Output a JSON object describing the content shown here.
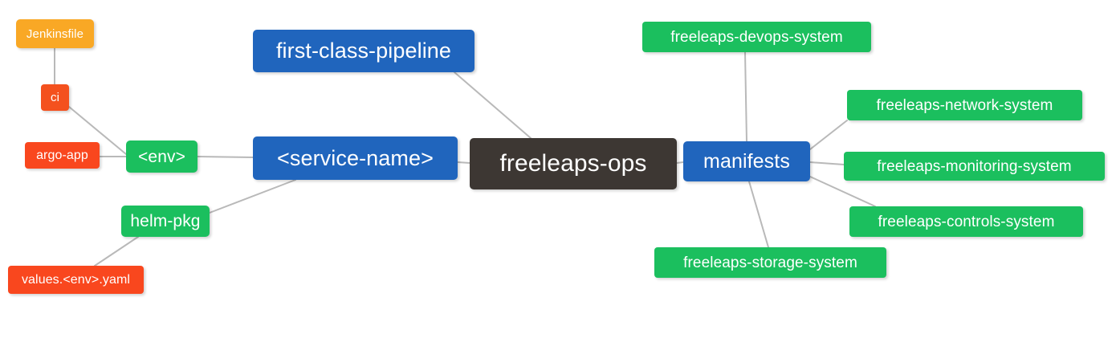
{
  "diagram": {
    "type": "mind-map",
    "background_color": "#ffffff",
    "edge_color": "#b9b9b9",
    "root": "freeleaps-ops",
    "palette": {
      "root_dark": "#3D3733",
      "blue": "#2065BD",
      "green": "#1BBF5E",
      "orange": "#F9A825",
      "red_orange": "#F9471E"
    },
    "nodes": [
      {
        "id": "jenkinsfile",
        "label": "Jenkinsfile",
        "color": "#F9A825"
      },
      {
        "id": "ci",
        "label": "ci",
        "color": "#F4511E"
      },
      {
        "id": "argo-app",
        "label": "argo-app",
        "color": "#F9471E"
      },
      {
        "id": "values",
        "label": "values.<env>.yaml",
        "color": "#F9471E"
      },
      {
        "id": "env",
        "label": "<env>",
        "color": "#1BBF5E"
      },
      {
        "id": "helm-pkg",
        "label": "helm-pkg",
        "color": "#1BBF5E"
      },
      {
        "id": "first-class",
        "label": "first-class-pipeline",
        "color": "#2065BD"
      },
      {
        "id": "service-name",
        "label": "<service-name>",
        "color": "#2065BD"
      },
      {
        "id": "freeleaps-ops",
        "label": "freeleaps-ops",
        "color": "#3D3733"
      },
      {
        "id": "manifests",
        "label": "manifests",
        "color": "#2065BD"
      },
      {
        "id": "devops",
        "label": "freeleaps-devops-system",
        "color": "#1BBF5E"
      },
      {
        "id": "network",
        "label": "freeleaps-network-system",
        "color": "#1BBF5E"
      },
      {
        "id": "monitoring",
        "label": "freeleaps-monitoring-system",
        "color": "#1BBF5E"
      },
      {
        "id": "controls",
        "label": "freeleaps-controls-system",
        "color": "#1BBF5E"
      },
      {
        "id": "storage",
        "label": "freeleaps-storage-system",
        "color": "#1BBF5E"
      }
    ],
    "edges": [
      {
        "from": "jenkinsfile",
        "to": "ci"
      },
      {
        "from": "ci",
        "to": "env"
      },
      {
        "from": "argo-app",
        "to": "env"
      },
      {
        "from": "env",
        "to": "service-name"
      },
      {
        "from": "values",
        "to": "helm-pkg"
      },
      {
        "from": "helm-pkg",
        "to": "service-name"
      },
      {
        "from": "first-class",
        "to": "freeleaps-ops"
      },
      {
        "from": "service-name",
        "to": "freeleaps-ops"
      },
      {
        "from": "freeleaps-ops",
        "to": "manifests"
      },
      {
        "from": "manifests",
        "to": "devops"
      },
      {
        "from": "manifests",
        "to": "network"
      },
      {
        "from": "manifests",
        "to": "monitoring"
      },
      {
        "from": "manifests",
        "to": "controls"
      },
      {
        "from": "manifests",
        "to": "storage"
      }
    ]
  }
}
